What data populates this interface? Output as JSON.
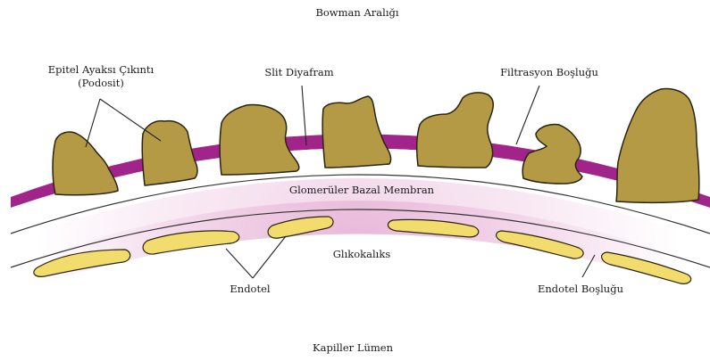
{
  "labels": {
    "bowman_space": "Bowman Aralığı",
    "epithelial_foot_line1": "Epitel Ayaksı Çıkıntı",
    "epithelial_foot_line2": "(Podosit)",
    "slit_diaphragm": "Slit Diyafram",
    "filtration_gap": "Filtrasyon Boşluğu",
    "glomerular_basement_membrane": "Glomerüler Bazal Membran",
    "glycocalyx": "Glıkokalıks",
    "endothelium": "Endotel",
    "endothelial_gap": "Endotel Boşluğu",
    "capillary_lumen": "Kapiller Lümen"
  },
  "colors": {
    "podocyte_fill": "#b59a45",
    "podocyte_stroke": "#2a2410",
    "slit_diaphragm_band": "#a0248a",
    "basement_membrane_fill": "#ffffff",
    "glycocalyx_center": "#e7b3d6",
    "endothelial_cell_fill": "#f2dc6e",
    "leader_line": "#222222"
  }
}
